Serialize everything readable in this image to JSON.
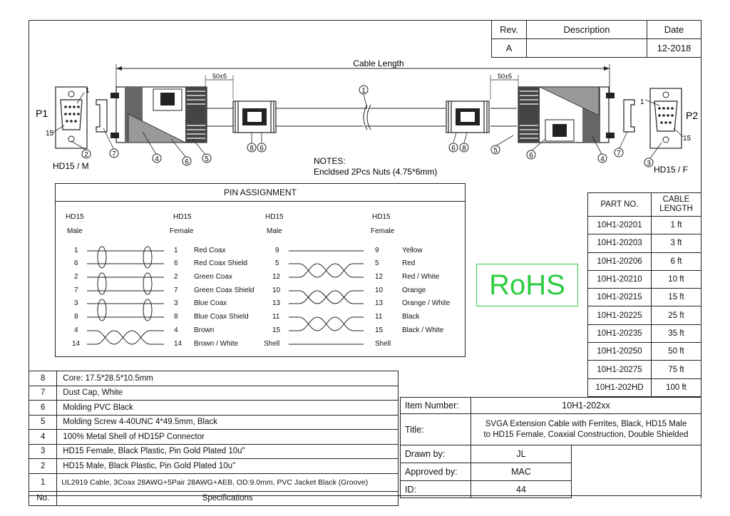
{
  "revision_table": {
    "headers": [
      "Rev.",
      "Description",
      "Date"
    ],
    "row": [
      "A",
      "",
      "12-2018"
    ]
  },
  "drawing": {
    "cable_length_label": "Cable Length",
    "dim_left": "50±5",
    "dim_right": "50±5",
    "p1_label": "P1",
    "p2_label": "P2",
    "p1_type": "HD15 / M",
    "p2_type": "HD15 / F",
    "pin_1": "1",
    "pin_15": "15",
    "callouts_left": [
      "7",
      "4",
      "6",
      "5",
      "8",
      "6"
    ],
    "callouts_right": [
      "6",
      "8",
      "5",
      "6",
      "4",
      "7"
    ],
    "callout_cable": "1",
    "callout_p1": "2",
    "callout_p2": "3",
    "notes_title": "NOTES:",
    "notes_text": "Encldsed 2Pcs Nuts (4.75*6mm)"
  },
  "pin_assignment": {
    "title": "PIN ASSIGNMENT",
    "headers": [
      {
        "line1": "HD15",
        "line2": "Male"
      },
      {
        "line1": "HD15",
        "line2": "Female"
      },
      {
        "line1": "HD15",
        "line2": "Male"
      },
      {
        "line1": "HD15",
        "line2": "Female"
      }
    ],
    "left_rows": [
      {
        "a": "1",
        "b": "1",
        "signal": "Red Coax"
      },
      {
        "a": "6",
        "b": "6",
        "signal": "Red Coax Shield"
      },
      {
        "a": "2",
        "b": "2",
        "signal": "Green Coax"
      },
      {
        "a": "7",
        "b": "7",
        "signal": "Green Coax Shield"
      },
      {
        "a": "3",
        "b": "3",
        "signal": "Blue Coax"
      },
      {
        "a": "8",
        "b": "8",
        "signal": "Blue Coax Shield"
      },
      {
        "a": "4",
        "b": "4",
        "signal": "Brown"
      },
      {
        "a": "14",
        "b": "14",
        "signal": "Brown / White"
      }
    ],
    "right_rows": [
      {
        "a": "9",
        "b": "9",
        "signal": "Yellow"
      },
      {
        "a": "5",
        "b": "5",
        "signal": "Red"
      },
      {
        "a": "12",
        "b": "12",
        "signal": "Red / White"
      },
      {
        "a": "10",
        "b": "10",
        "signal": "Orange"
      },
      {
        "a": "13",
        "b": "13",
        "signal": "Orange / White"
      },
      {
        "a": "11",
        "b": "11",
        "signal": "Black"
      },
      {
        "a": "15",
        "b": "15",
        "signal": "Black / White"
      },
      {
        "a": "Shell",
        "b": "Shell",
        "signal": ""
      }
    ]
  },
  "rohs": "RoHS",
  "part_table": {
    "headers": [
      "PART NO.",
      "CABLE LENGTH"
    ],
    "rows": [
      [
        "10H1-20201",
        "1 ft"
      ],
      [
        "10H1-20203",
        "3 ft"
      ],
      [
        "10H1-20206",
        "6 ft"
      ],
      [
        "10H1-20210",
        "10 ft"
      ],
      [
        "10H1-20215",
        "15 ft"
      ],
      [
        "10H1-20225",
        "25 ft"
      ],
      [
        "10H1-20235",
        "35 ft"
      ],
      [
        "10H1-20250",
        "50 ft"
      ],
      [
        "10H1-20275",
        "75 ft"
      ],
      [
        "10H1-202HD",
        "100 ft"
      ]
    ]
  },
  "specifications": {
    "rows": [
      {
        "no": "8",
        "spec": "Core: 17.5*28.5*10.5mm"
      },
      {
        "no": "7",
        "spec": "Dust Cap, White"
      },
      {
        "no": "6",
        "spec": "Molding PVC Black"
      },
      {
        "no": "5",
        "spec": "Molding Screw 4-40UNC 4*49.5mm, Black"
      },
      {
        "no": "4",
        "spec": "100% Metal Shell of  HD15P Connector"
      },
      {
        "no": "3",
        "spec": "HD15 Female, Black Plastic, Pin Gold Plated 10u\""
      },
      {
        "no": "2",
        "spec": "HD15 Male, Black Plastic, Pin Gold Plated 10u\""
      },
      {
        "no": "1",
        "spec": "UL2919 Cable, 3Coax 28AWG+5Pair 28AWG+AEB, OD:9.0mm, PVC Jacket Black (Groove)"
      }
    ],
    "footer_no": "No.",
    "footer_spec": "Specifications"
  },
  "title_block": {
    "item_number_label": "Item Number:",
    "item_number": "10H1-202xx",
    "title_label": "Title:",
    "title_line1": "SVGA Extension Cable with Ferrites, Black, HD15 Male",
    "title_line2": "to HD15 Female, Coaxial Construction, Double Shielded",
    "drawn_by_label": "Drawn by:",
    "drawn_by": "JL",
    "approved_by_label": "Approved by:",
    "approved_by": "MAC",
    "id_label": "ID:",
    "id": "44"
  }
}
